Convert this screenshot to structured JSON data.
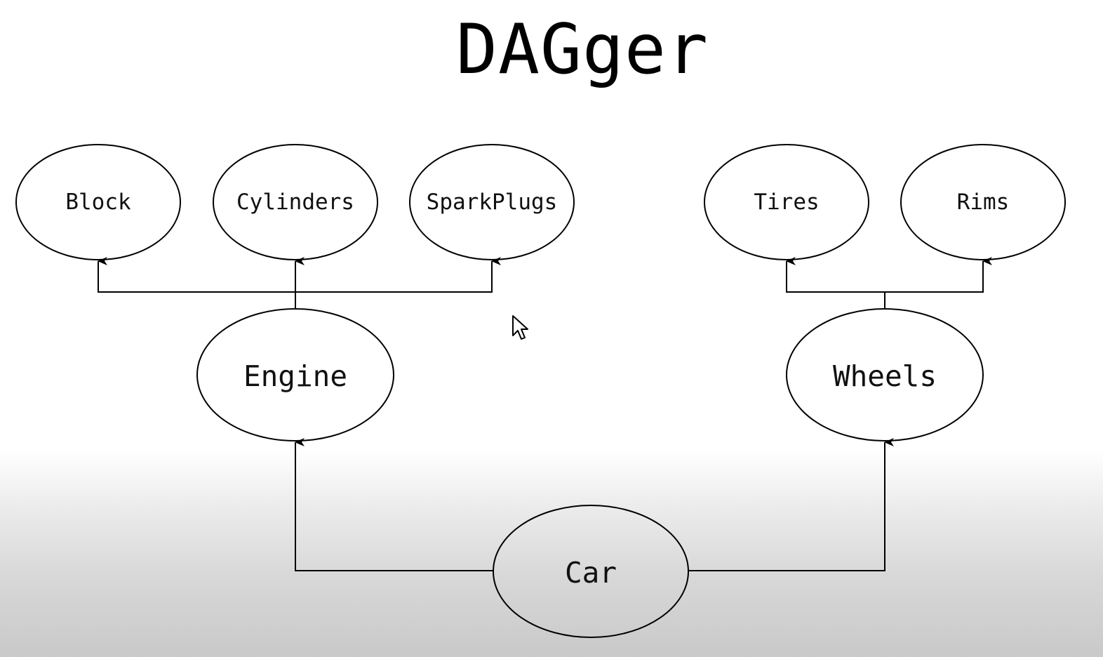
{
  "title": "DAGger",
  "nodes": {
    "block": "Block",
    "cylinders": "Cylinders",
    "sparkplugs": "SparkPlugs",
    "tires": "Tires",
    "rims": "Rims",
    "engine": "Engine",
    "wheels": "Wheels",
    "car": "Car"
  },
  "edges": [
    {
      "from": "Car",
      "to": "Engine"
    },
    {
      "from": "Car",
      "to": "Wheels"
    },
    {
      "from": "Engine",
      "to": "Block"
    },
    {
      "from": "Engine",
      "to": "Cylinders"
    },
    {
      "from": "Engine",
      "to": "SparkPlugs"
    },
    {
      "from": "Wheels",
      "to": "Tires"
    },
    {
      "from": "Wheels",
      "to": "Rims"
    }
  ],
  "colors": {
    "stroke": "#000000",
    "background_top": "#ffffff",
    "background_bottom": "#c9c9c9"
  }
}
